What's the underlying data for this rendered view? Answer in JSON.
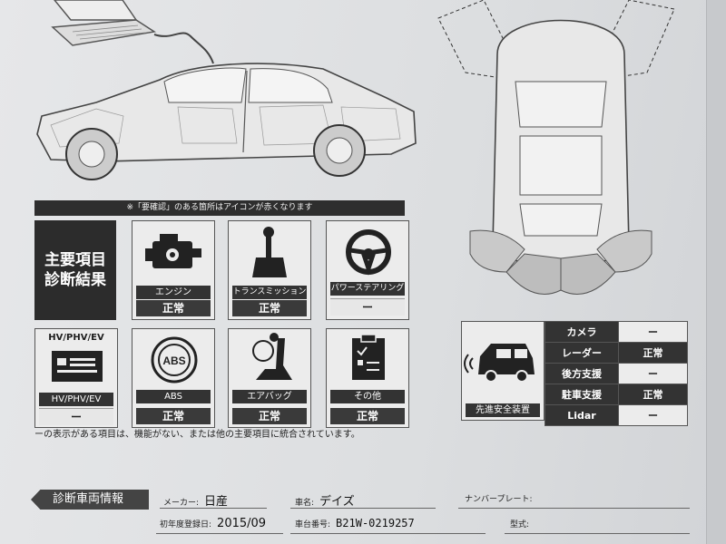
{
  "notice": "※「要確認」のある箇所はアイコンが赤くなります",
  "main_tile": {
    "line1": "主要項目",
    "line2": "診断結果"
  },
  "tiles": [
    {
      "label": "エンジン",
      "result": "正常",
      "icon": "engine-icon"
    },
    {
      "label": "トランスミッション",
      "result": "正常",
      "icon": "gear-shifter-icon"
    },
    {
      "label": "パワーステアリング",
      "result": "ー",
      "icon": "steering-wheel-icon"
    },
    {
      "header": "HV/PHV/EV",
      "label": "HV/PHV/EV",
      "result": "ー",
      "icon": "battery-icon"
    },
    {
      "label": "ABS",
      "result": "正常",
      "icon": "abs-icon"
    },
    {
      "label": "エアバッグ",
      "result": "正常",
      "icon": "airbag-icon"
    },
    {
      "label": "その他",
      "result": "正常",
      "icon": "clipboard-icon"
    }
  ],
  "footnote": "ーの表示がある項目は、機能がない、または他の主要項目に統合されています。",
  "adas": {
    "label": "先進安全装置",
    "rows": [
      {
        "name": "カメラ",
        "value": "ー"
      },
      {
        "name": "レーダー",
        "value": "正常"
      },
      {
        "name": "後方支援",
        "value": "ー"
      },
      {
        "name": "駐車支援",
        "value": "正常"
      },
      {
        "name": "Lidar",
        "value": "ー"
      }
    ]
  },
  "vehicle_info": {
    "title": "診断車両情報",
    "maker_label": "メーカー:",
    "maker": "日産",
    "model_label": "車名:",
    "model": "デイズ",
    "plate_label": "ナンバープレート:",
    "plate": "",
    "year_label": "初年度登録日:",
    "year": "2015/09",
    "chassis_label": "車台番号:",
    "chassis": "B21W-0219257",
    "type_label": "型式:",
    "type": ""
  }
}
